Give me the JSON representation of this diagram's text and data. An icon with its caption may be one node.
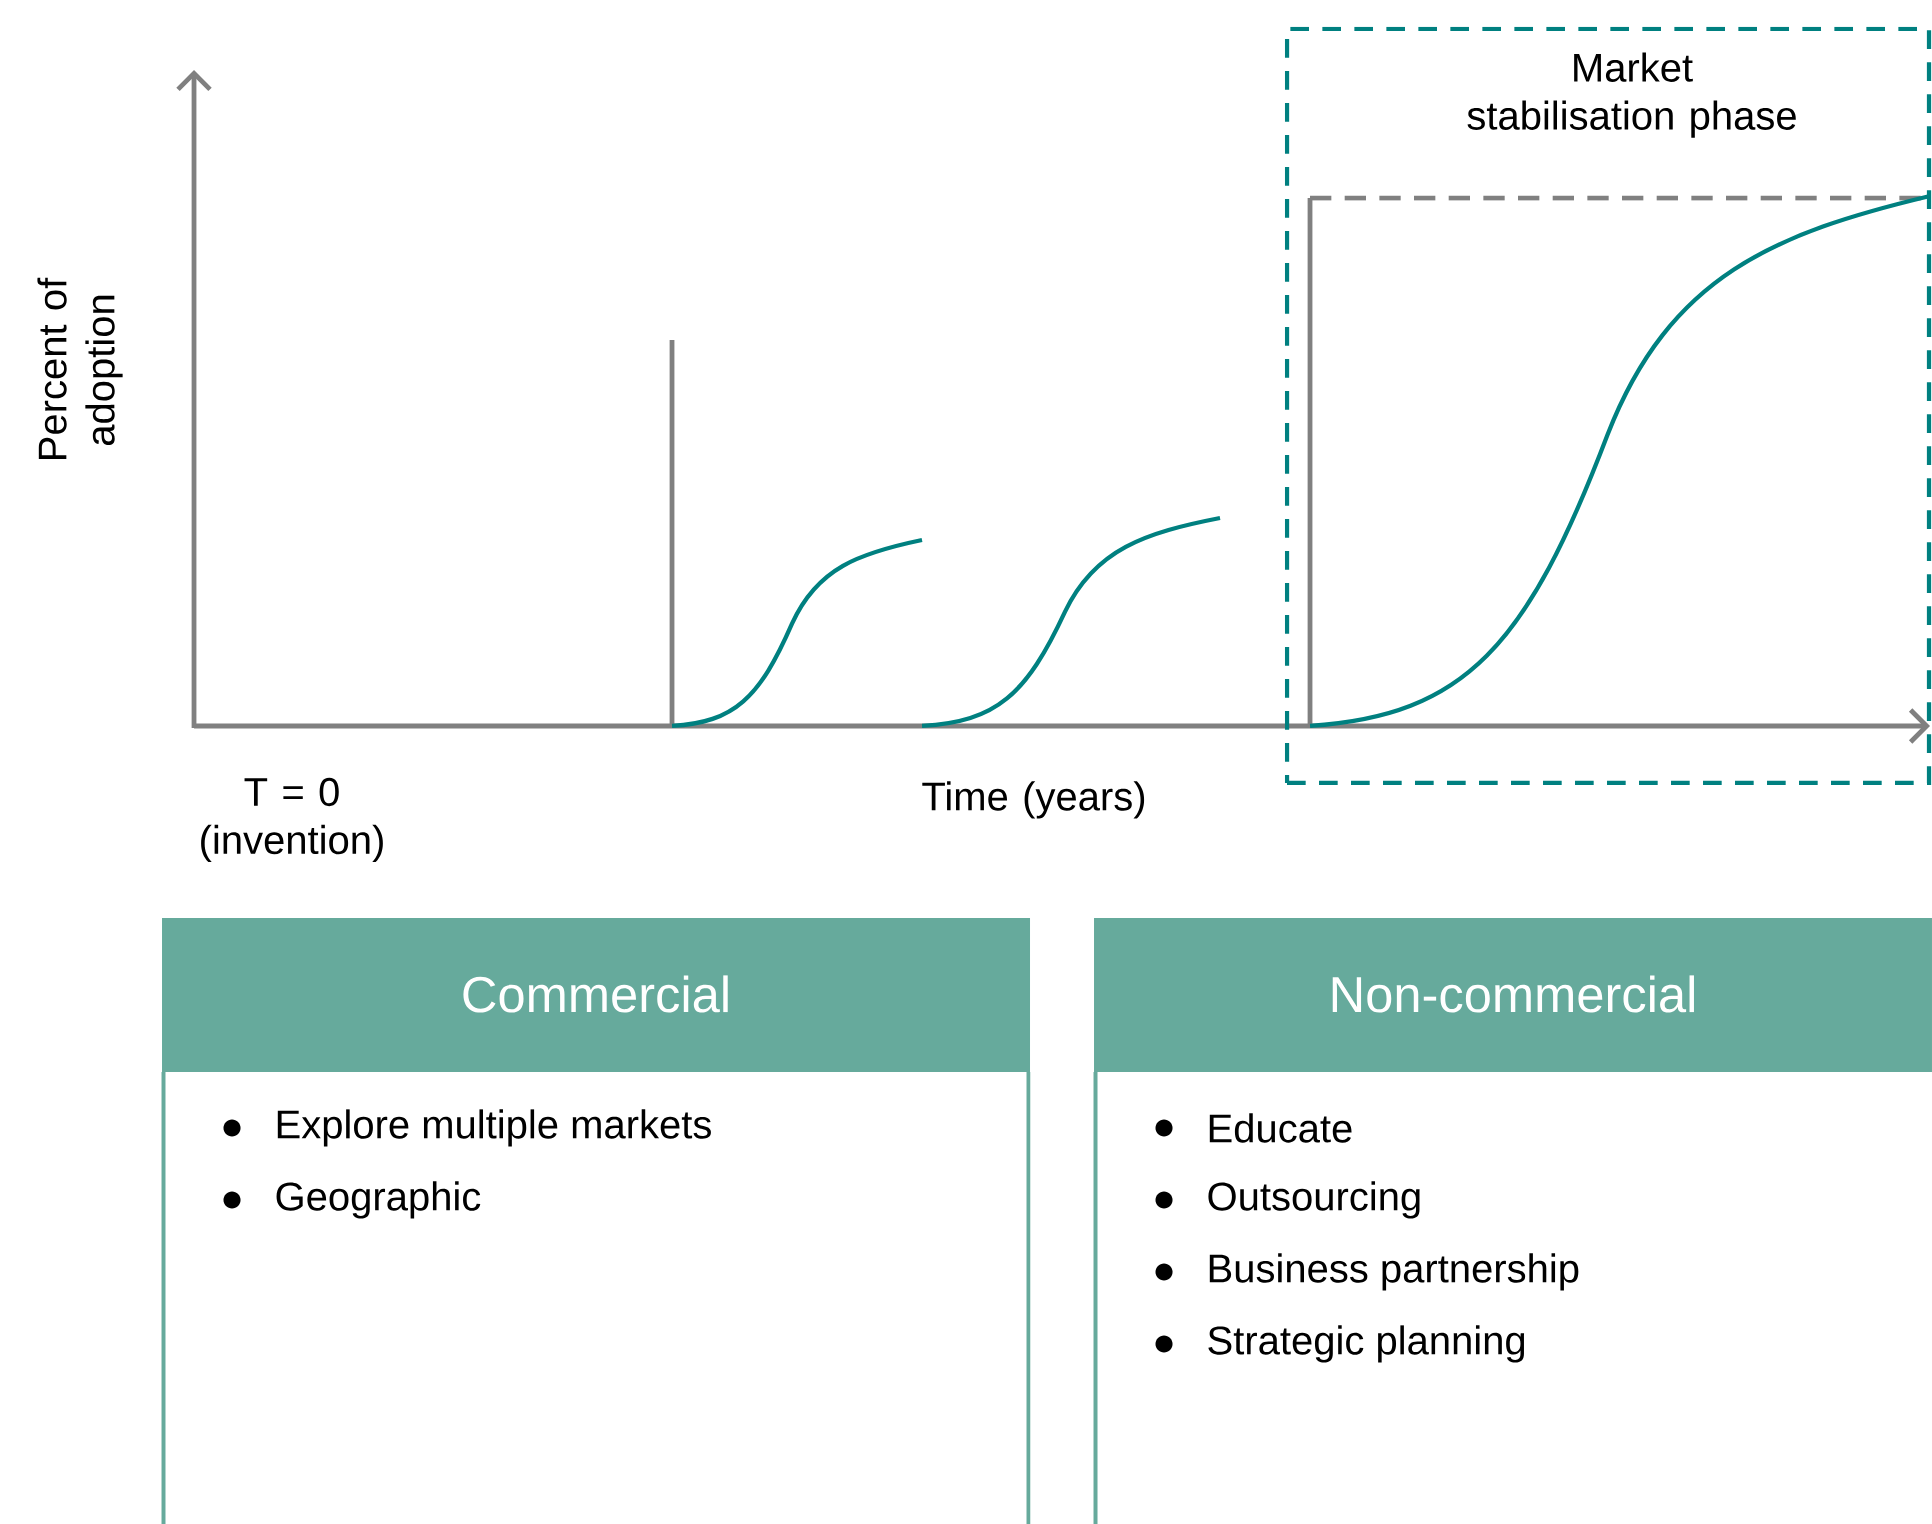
{
  "diagram": {
    "nodes": [
      {
        "text": [
          "Market stabilisation phase"
        ]
      },
      {
        "text": [
          "Commercial",
          "Explore multiple markets",
          "Geographic"
        ]
      },
      {
        "text": [
          "Non-commercial",
          "Educate",
          "Outsourcing",
          "Business partnership",
          "Strategic planning"
        ]
      }
    ],
    "labels": [
      "Percent of adoption",
      "T = 0 (invention)",
      "Time (years)"
    ]
  }
}
